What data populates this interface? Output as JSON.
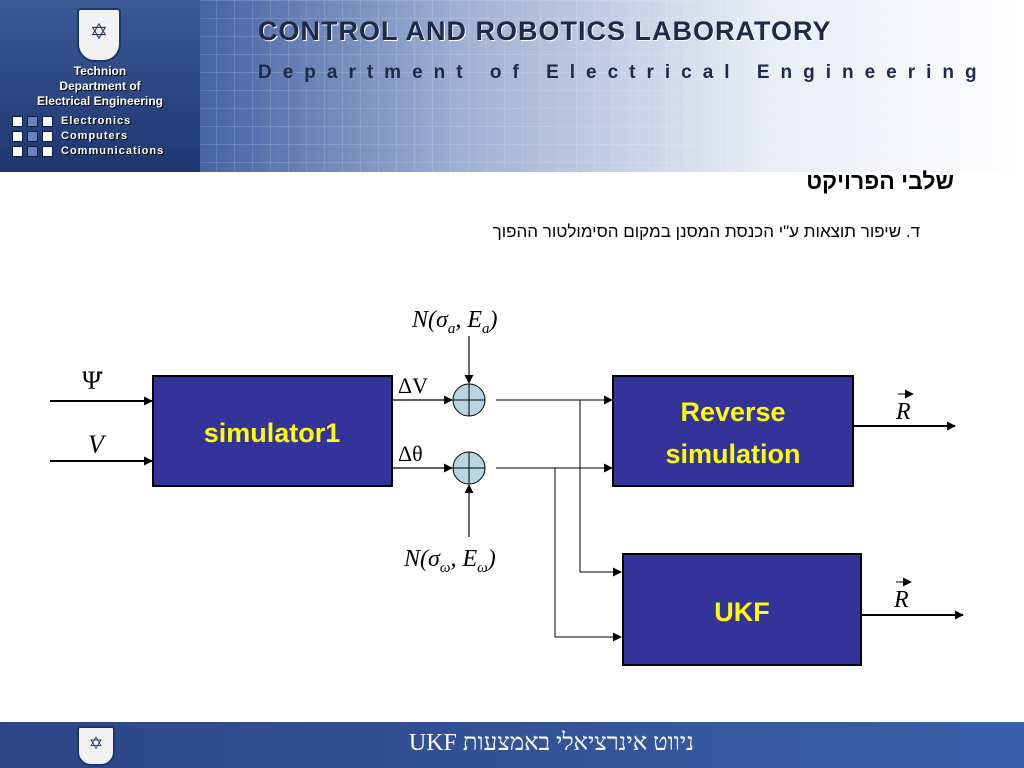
{
  "header": {
    "lab_title": "CONTROL AND ROBOTICS LABORATORY",
    "dept_title": "Department of Electrical Engineering",
    "left_lines": [
      "Technion",
      "Department of",
      "Electrical Engineering"
    ],
    "menu_items": [
      "Electronics",
      "Computers",
      "Communications"
    ]
  },
  "slide": {
    "title": "שלבי הפרויקט",
    "subtitle": "ד. שיפור תוצאות ע\"י הכנסת המסנן במקום הסימולטור ההפוך"
  },
  "diagram": {
    "blocks": {
      "simulator": "simulator1",
      "reverse_line1": "Reverse",
      "reverse_line2": "simulation",
      "ukf": "UKF"
    },
    "inputs": {
      "psi_dot": "Ψ̇",
      "v": "V"
    },
    "signals": {
      "delta_v": "ΔV",
      "delta_theta": "Δθ"
    },
    "noise_top": {
      "n": "N(",
      "sigma": "σ",
      "sub1": "a",
      "comma": ", ",
      "e": "E",
      "sub2": "a",
      "close": ")"
    },
    "noise_bottom": {
      "n": "N(",
      "sigma": "σ",
      "sub1": "ω",
      "comma": ", ",
      "e": "E",
      "sub2": "ω",
      "close": ")"
    },
    "outputs": {
      "r1": "R",
      "r2": "R"
    },
    "colors": {
      "block_fill": "#333399",
      "block_text": "#ffff00",
      "summer_fill": "#b9d4e3"
    }
  },
  "footer": {
    "text": "ניווט אינרציאלי באמצעות UKF"
  }
}
